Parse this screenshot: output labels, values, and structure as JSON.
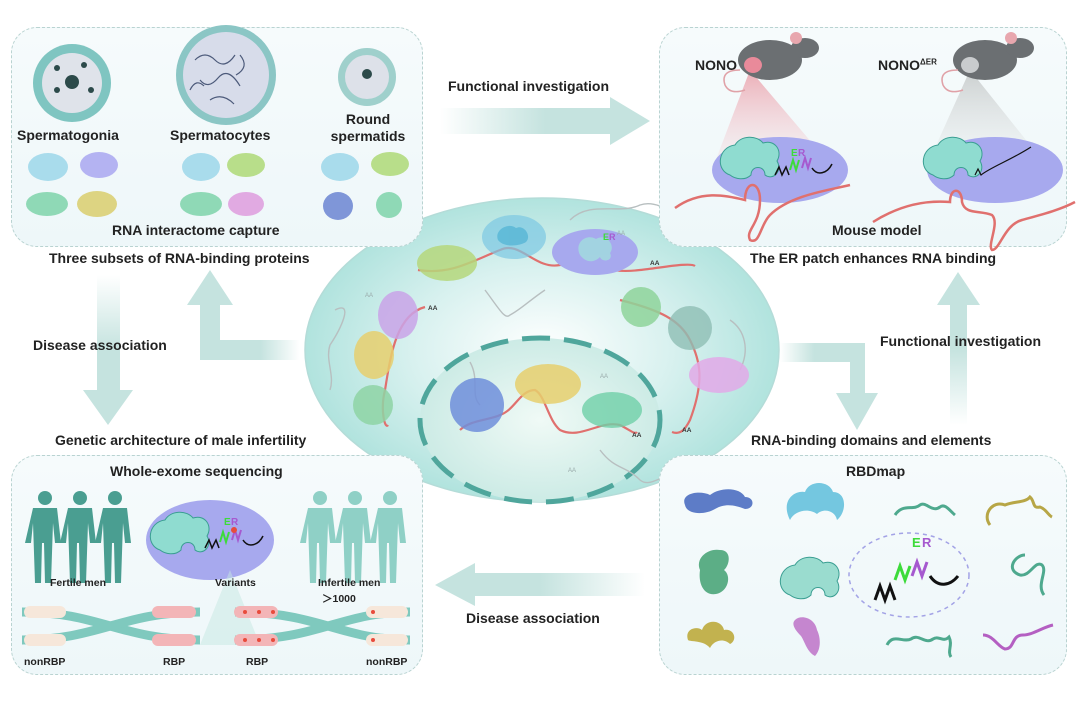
{
  "colors": {
    "arrow": "#c5e3df",
    "panel_border": "#b9d3d1",
    "rna": "#e0706e",
    "domain_teal": "#8fdcd0",
    "highlight_blue": "#a7a9ee",
    "er_green": "#3ddb3a",
    "er_purple": "#a659cf"
  },
  "top_left_panel": {
    "cells": [
      "Spermatogonia",
      "Spermatocytes",
      "Round spermatids"
    ],
    "cell_line1": "Round",
    "cell_line2": "spermatids",
    "title": "RNA interactome capture",
    "caption": "Three subsets of RNA-binding proteins"
  },
  "top_right_panel": {
    "mouse_wt": "NONO",
    "mouse_mut_base": "NONO",
    "mouse_mut_sup": "ΔER",
    "title": "Mouse model",
    "caption": "The ER patch enhances RNA binding",
    "er_label": [
      "E",
      "R"
    ]
  },
  "bottom_left_panel": {
    "caption": "Genetic architecture of male infertility",
    "title": "Whole-exome sequencing",
    "fertile": "Fertile men",
    "variants": "Variants",
    "infertile": "Infertile men",
    "infertile_count": "＞1000",
    "chrom_labels": [
      "nonRBP",
      "RBP",
      "RBP",
      "nonRBP"
    ]
  },
  "bottom_right_panel": {
    "caption": "RNA-binding domains and elements",
    "title": "RBDmap"
  },
  "arrows": {
    "top": "Functional investigation",
    "left": "Disease association",
    "right": "Functional investigation",
    "bottom": "Disease association"
  },
  "center": {
    "poly_a": "AA"
  }
}
